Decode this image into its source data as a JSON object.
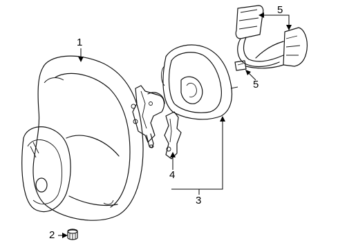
{
  "callouts": {
    "c1": "1",
    "c2": "2",
    "c3": "3",
    "c4": "4",
    "c5_top": "5",
    "c5_bottom": "5"
  }
}
